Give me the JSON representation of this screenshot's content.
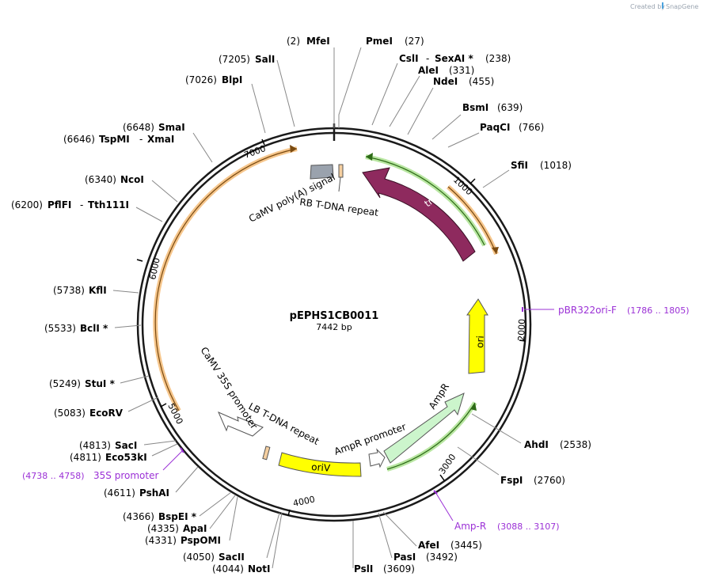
{
  "watermark": {
    "prefix": "Created by",
    "brand": "SnapGene"
  },
  "plasmid": {
    "name": "pEPHS1CB0011",
    "length_label": "7442 bp",
    "length": 7442
  },
  "ticks": [
    "1000",
    "2000",
    "3000",
    "4000",
    "5000",
    "6000",
    "7000"
  ],
  "sites": [
    {
      "name": "MfeI",
      "pos": "(2)"
    },
    {
      "name": "PmeI",
      "pos": "(27)"
    },
    {
      "name": "CslI",
      "sep": "-",
      "name2": "SexAI *",
      "pos": "(238)"
    },
    {
      "name": "AleI",
      "pos": "(331)"
    },
    {
      "name": "NdeI",
      "pos": "(455)"
    },
    {
      "name": "BsmI",
      "pos": "(639)"
    },
    {
      "name": "PaqCI",
      "pos": "(766)"
    },
    {
      "name": "SfiI",
      "pos": "(1018)"
    },
    {
      "name": "AhdI",
      "pos": "(2538)"
    },
    {
      "name": "FspI",
      "pos": "(2760)"
    },
    {
      "name": "AfeI",
      "pos": "(3445)"
    },
    {
      "name": "PasI",
      "pos": "(3492)"
    },
    {
      "name": "PslI",
      "pos": "(3609)"
    },
    {
      "name": "NotI",
      "pos": "(4044)"
    },
    {
      "name": "SacII",
      "pos": "(4050)"
    },
    {
      "name": "PspOMI",
      "pos": "(4331)"
    },
    {
      "name": "ApaI",
      "pos": "(4335)"
    },
    {
      "name": "BspEI *",
      "pos": "(4366)"
    },
    {
      "name": "PshAI",
      "pos": "(4611)"
    },
    {
      "name": "Eco53kI",
      "pos": "(4811)"
    },
    {
      "name": "SacI",
      "pos": "(4813)"
    },
    {
      "name": "EcoRV",
      "pos": "(5083)"
    },
    {
      "name": "StuI *",
      "pos": "(5249)"
    },
    {
      "name": "BclI *",
      "pos": "(5533)"
    },
    {
      "name": "KflI",
      "pos": "(5738)"
    },
    {
      "name": "PflFI",
      "sep": "-",
      "name2": "Tth111I",
      "pos": "(6200)"
    },
    {
      "name": "NcoI",
      "pos": "(6340)"
    },
    {
      "name": "TspMI",
      "sep": "-",
      "name2": "XmaI",
      "pos": "(6646)"
    },
    {
      "name": "SmaI",
      "pos": "(6648)"
    },
    {
      "name": "BlpI",
      "pos": "(7026)"
    },
    {
      "name": "SalI",
      "pos": "(7205)"
    }
  ],
  "primers": [
    {
      "name": "pBR322ori-F",
      "range": "(1786 .. 1805)"
    },
    {
      "name": "Amp-R",
      "range": "(3088 .. 3107)"
    },
    {
      "name": "35S promoter",
      "range": "(4738 .. 4758)"
    }
  ],
  "features": {
    "trfA": "trfA",
    "ori": "ori",
    "AmpR": "AmpR",
    "AmpR_promoter": "AmpR promoter",
    "oriV": "oriV",
    "LB": "LB T-DNA repeat",
    "CaMV35S": "CaMV 35S promoter",
    "polyA": "CaMV poly(A) signal",
    "RB": "RB T-DNA repeat"
  },
  "colors": {
    "backbone": "#1a1a1a",
    "trfA": "#8e2a5e",
    "ori": "#ffff00",
    "AmpR": "#ccf5cc",
    "AmpR_promoter": "#ffffff",
    "oriV": "#ffff00",
    "CaMV35S": "#ffffff",
    "polyA": "#9aa2ad",
    "RB": "#f5cfa0",
    "LB": "#f5cfa0",
    "orf_orange": "#f0a040",
    "orf_green": "#7dc242",
    "primer": "#9b30d6"
  }
}
